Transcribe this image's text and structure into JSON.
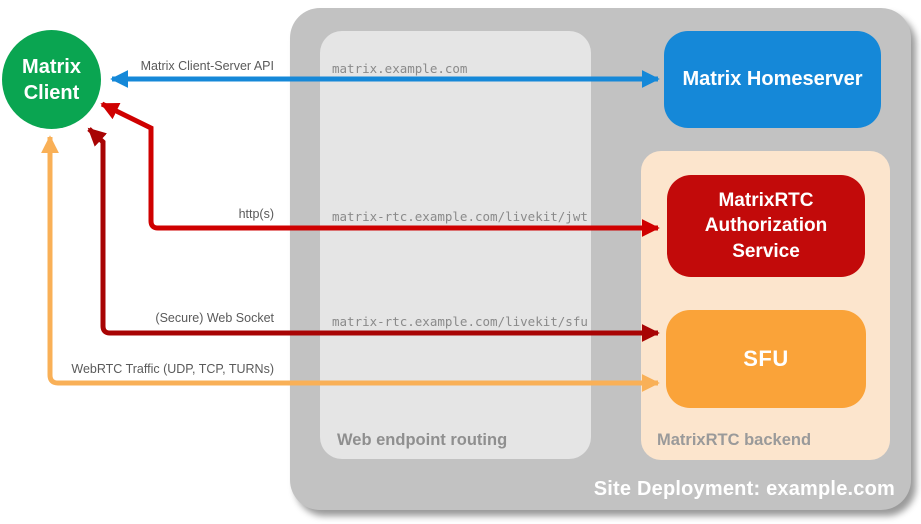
{
  "client": {
    "line1": "Matrix",
    "line2": "Client",
    "color": "#0aa551"
  },
  "homeserver": {
    "label": "Matrix Homeserver",
    "color": "#1588d8"
  },
  "auth_service": {
    "label": "MatrixRTC Authorization Service",
    "color": "#c20a0a"
  },
  "sfu": {
    "label": "SFU",
    "color": "#faa339"
  },
  "web_routing": {
    "label": "Web endpoint routing",
    "endpoints": [
      "matrix.example.com",
      "matrix-rtc.example.com/livekit/jwt",
      "matrix-rtc.example.com/livekit/sfu"
    ]
  },
  "backend": {
    "label": "MatrixRTC backend",
    "color": "#fce5cd"
  },
  "deployment": {
    "label": "Site Deployment: example.com",
    "color": "#c2c2c2"
  },
  "arrows": {
    "client_server_api": {
      "label": "Matrix Client-Server API",
      "color": "#1588d8",
      "bidirectional": true
    },
    "https": {
      "label": "http(s)",
      "color": "#cf0000",
      "bidirectional": true
    },
    "websocket": {
      "label": "(Secure) Web Socket",
      "color": "#a80404",
      "bidirectional": true
    },
    "webrtc": {
      "label": "WebRTC Traffic (UDP, TCP, TURNs)",
      "color": "#f9b057",
      "bidirectional": true
    }
  }
}
